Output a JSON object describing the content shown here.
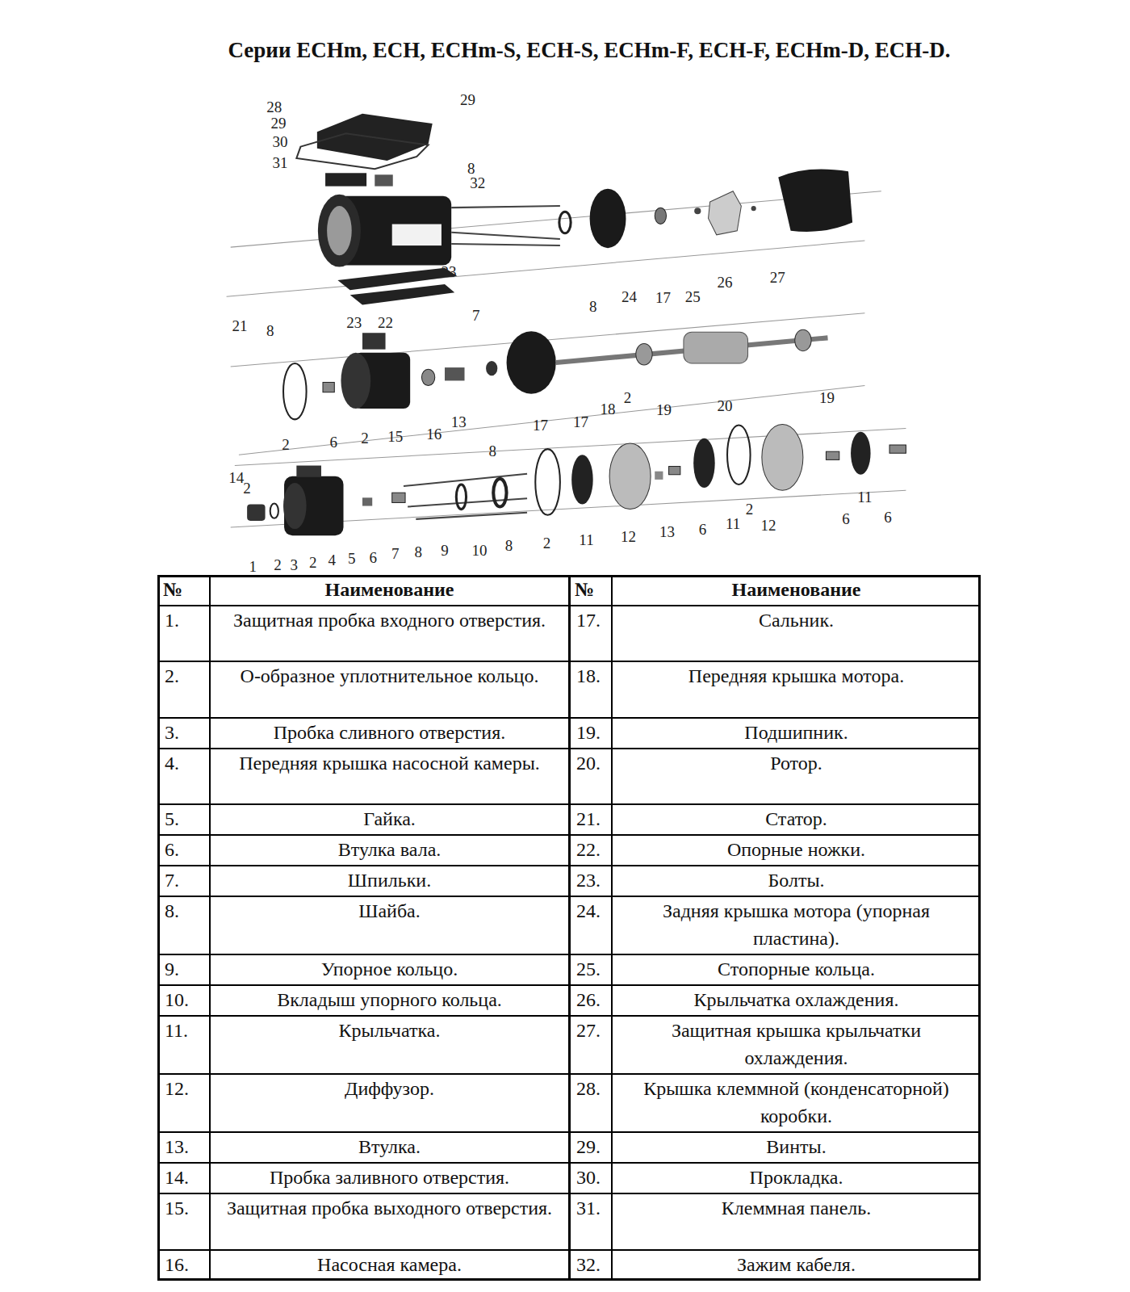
{
  "diagram": {
    "title": "Серии ECHm, ECH, ECHm-S, ECH-S, ECHm-F, ECH-F, ECHm-D, ECH-D.",
    "labels": [
      "28",
      "29",
      "30",
      "31",
      "29",
      "8",
      "32",
      "23",
      "21",
      "8",
      "23",
      "22",
      "7",
      "8",
      "24",
      "17",
      "25",
      "26",
      "27",
      "2",
      "6",
      "2",
      "15",
      "16",
      "13",
      "17",
      "17",
      "18",
      "2",
      "19",
      "20",
      "19",
      "14",
      "2",
      "8",
      "1",
      "2",
      "3",
      "2",
      "4",
      "5",
      "6",
      "7",
      "8",
      "9",
      "10",
      "8",
      "2",
      "11",
      "12",
      "13",
      "6",
      "11",
      "2",
      "12",
      "6",
      "11",
      "6",
      "№",
      "Наименование",
      "№",
      "Наименование",
      "1.",
      "Защитная пробка входного отверстия.",
      "17.",
      "Сальник.",
      "2.",
      "О-образное уплотнительное кольцо.",
      "18.",
      "Передняя крышка мотора.",
      "3.",
      "Пробка сливного отверстия.",
      "19.",
      "Подшипник.",
      "4.",
      "Передняя крышка насосной камеры.",
      "20.",
      "Ротор.",
      "5.",
      "Гайка.",
      "21.",
      "Статор.",
      "6.",
      "Втулка вала.",
      "22.",
      "Опорные ножки.",
      "7.",
      "Шпильки.",
      "23.",
      "Болты.",
      "8.",
      "Шайба.",
      "24.",
      "Задняя крышка мотора (упорная пластина).",
      "9.",
      "Упорное кольцо.",
      "25.",
      "Стопорные кольца.",
      "10.",
      "Вкладыш упорного кольца.",
      "26.",
      "Крыльчатка охлаждения.",
      "11.",
      "Крыльчатка.",
      "27.",
      "Защитная крышка крыльчатки охлаждения.",
      "12.",
      "Диффузор.",
      "28.",
      "Крышка клеммной (конденсаторной) коробки.",
      "13.",
      "Втулка.",
      "29.",
      "Винты.",
      "14.",
      "Пробка заливного отверстия.",
      "30.",
      "Прокладка.",
      "15.",
      "Защитная пробка выходного отверстия.",
      "31.",
      "Клеммная панель.",
      "16.",
      "Насосная камера.",
      "32.",
      "Зажим кабеля."
    ]
  }
}
